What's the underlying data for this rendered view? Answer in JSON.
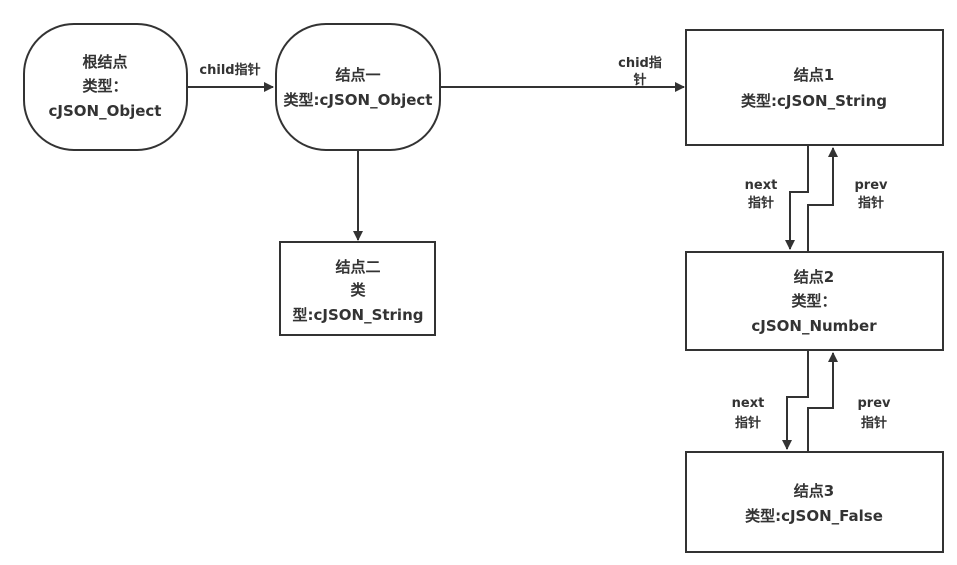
{
  "nodes": {
    "root": {
      "lines": [
        "根结点",
        "类型：",
        "cJSON_Object"
      ]
    },
    "node_one": {
      "lines": [
        "结点一",
        "类型:cJSON_Object"
      ]
    },
    "node_two": {
      "lines": [
        "结点二",
        "类",
        "型:cJSON_String"
      ]
    },
    "node_1": {
      "lines": [
        "结点1",
        "类型:cJSON_String"
      ]
    },
    "node_2": {
      "lines": [
        "结点2",
        "类型：",
        "cJSON_Number"
      ]
    },
    "node_3": {
      "lines": [
        "结点3",
        "类型:cJSON_False"
      ]
    }
  },
  "edges": {
    "root_to_one": "child指针",
    "one_to_1": [
      "chid指",
      "针"
    ],
    "next_1_2": [
      "next",
      "指针"
    ],
    "prev_2_1": [
      "prev",
      "指针"
    ],
    "next_2_3": [
      "next",
      "指针"
    ],
    "prev_3_2": [
      "prev",
      "指针"
    ]
  },
  "colors": {
    "stroke": "#333333",
    "background": "#ffffff"
  }
}
